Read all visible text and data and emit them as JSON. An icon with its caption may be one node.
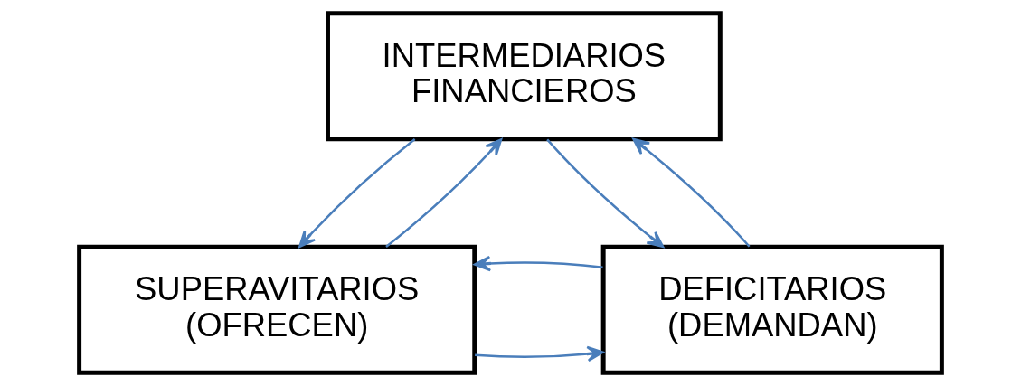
{
  "diagram": {
    "nodes": [
      {
        "text": [
          "INTERMEDIARIOS FINANCIEROS"
        ]
      },
      {
        "text": [
          "SUPERAVITARIOS (OFRECEN)"
        ]
      },
      {
        "text": [
          "DEFICITARIOS (DEMANDAN)"
        ]
      }
    ],
    "edges": [
      {
        "from": 0,
        "to": 1,
        "arrow": "to"
      },
      {
        "from": 1,
        "to": 0,
        "arrow": "to"
      },
      {
        "from": 0,
        "to": 2,
        "arrow": "to"
      },
      {
        "from": 2,
        "to": 0,
        "arrow": "to"
      },
      {
        "from": 1,
        "to": 2,
        "arrow": "to"
      },
      {
        "from": 2,
        "to": 1,
        "arrow": "to"
      }
    ]
  }
}
